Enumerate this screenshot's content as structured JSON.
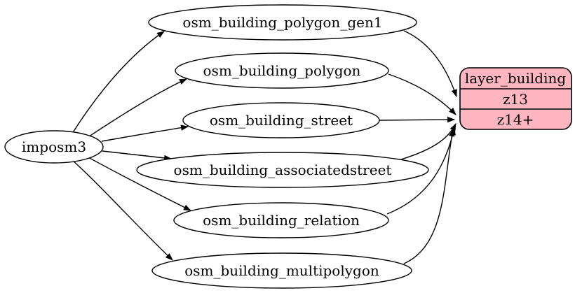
{
  "diagram": {
    "background": "#ffffff",
    "edge_color": "#000000",
    "node_fill": "#ffffff",
    "node_stroke": "#000000",
    "source": {
      "label": "imposm3"
    },
    "tables": [
      {
        "label": "osm_building_polygon_gen1",
        "target_row": "z13"
      },
      {
        "label": "osm_building_polygon",
        "target_row": "z14+"
      },
      {
        "label": "osm_building_street",
        "target_row": "z14+"
      },
      {
        "label": "osm_building_associatedstreet",
        "target_row": "z14+"
      },
      {
        "label": "osm_building_relation",
        "target_row": "z14+"
      },
      {
        "label": "osm_building_multipolygon",
        "target_row": "z14+"
      }
    ],
    "layer": {
      "title": "layer_building",
      "rows": [
        {
          "label": "z13"
        },
        {
          "label": "z14+"
        }
      ],
      "fill": "#ffb6c1",
      "stroke": "#000000"
    }
  }
}
